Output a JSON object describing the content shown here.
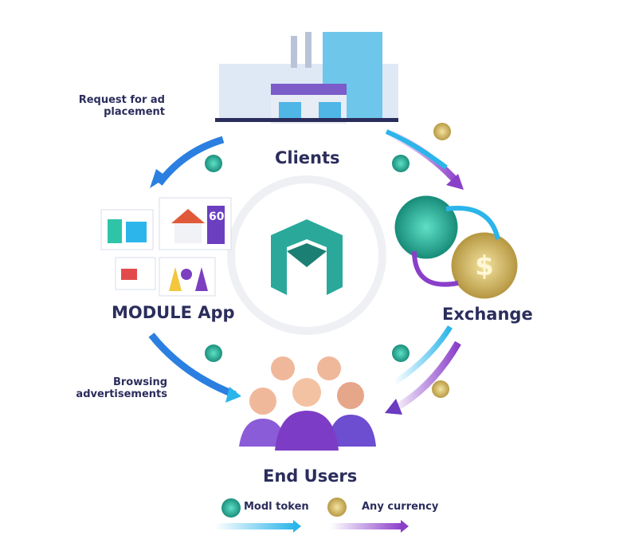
{
  "nodes": {
    "clients": "Clients",
    "exchange": "Exchange",
    "end_users": "End Users",
    "module_app": "MODULE App"
  },
  "annotations": {
    "request_line1": "Request for ad",
    "request_line2": "placement",
    "browsing_line1": "Browsing",
    "browsing_line2": "advertisements"
  },
  "ad_badge": "60",
  "legend": {
    "token": "Modl token",
    "currency": "Any currency"
  },
  "colors": {
    "token": "#2ec4a8",
    "blue_arrow": "#2bb5ea",
    "purple_arrow": "#8a3fc9",
    "gold": "#d9bf6a",
    "text": "#2b2d5c"
  }
}
